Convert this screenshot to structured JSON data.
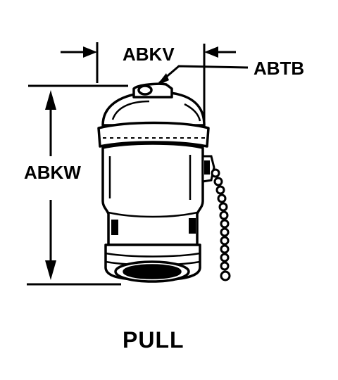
{
  "labels": {
    "top_width": "ABKV",
    "set_screw": "ABTB",
    "height": "ABKW",
    "caption": "PULL"
  },
  "colors": {
    "ink": "#000000",
    "paper": "#ffffff"
  }
}
